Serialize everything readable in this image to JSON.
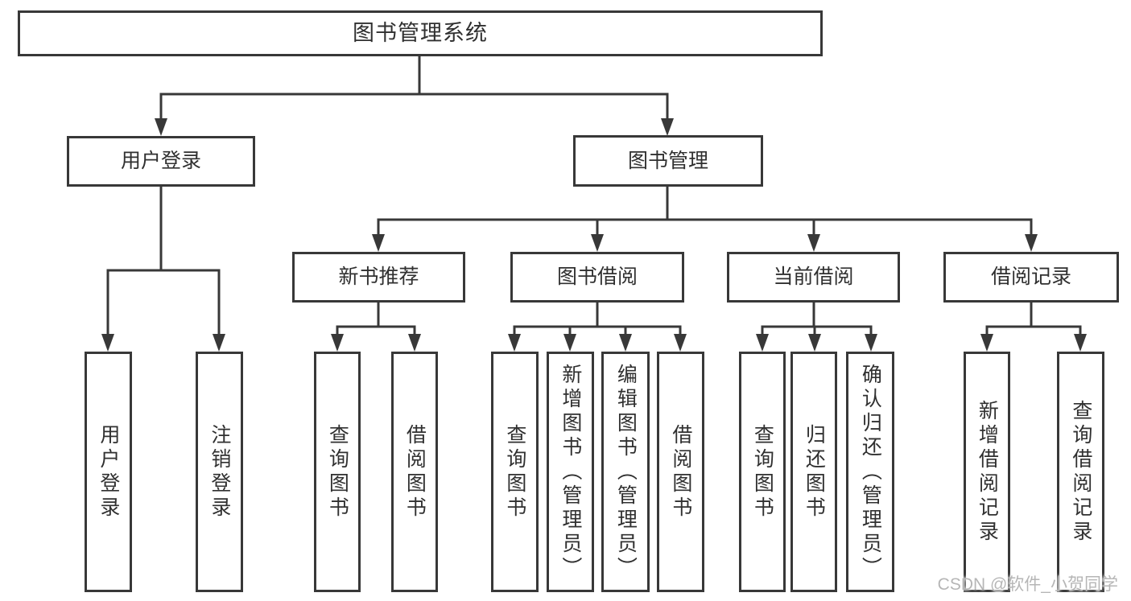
{
  "colors": {
    "line": "#383838",
    "text": "#303030",
    "watermark": "#b6b6b6",
    "background": "#ffffff"
  },
  "tree": {
    "root": {
      "label": "图书管理系统"
    },
    "branches": [
      {
        "label": "用户登录",
        "children": [
          {
            "label": "用户登录"
          },
          {
            "label": "注销登录"
          }
        ]
      },
      {
        "label": "图书管理",
        "children": [
          {
            "label": "新书推荐",
            "children": [
              {
                "label": "查询图书"
              },
              {
                "label": "借阅图书"
              }
            ]
          },
          {
            "label": "图书借阅",
            "children": [
              {
                "label": "查询图书"
              },
              {
                "label": "新增图书（管理员）"
              },
              {
                "label": "编辑图书（管理员）"
              },
              {
                "label": "借阅图书"
              }
            ]
          },
          {
            "label": "当前借阅",
            "children": [
              {
                "label": "查询图书"
              },
              {
                "label": "归还图书"
              },
              {
                "label": "确认归还（管理员）"
              }
            ]
          },
          {
            "label": "借阅记录",
            "children": [
              {
                "label": "新增借阅记录"
              },
              {
                "label": "查询借阅记录"
              }
            ]
          }
        ]
      }
    ]
  },
  "watermark": {
    "text": "CSDN @软件_小贺同学"
  }
}
